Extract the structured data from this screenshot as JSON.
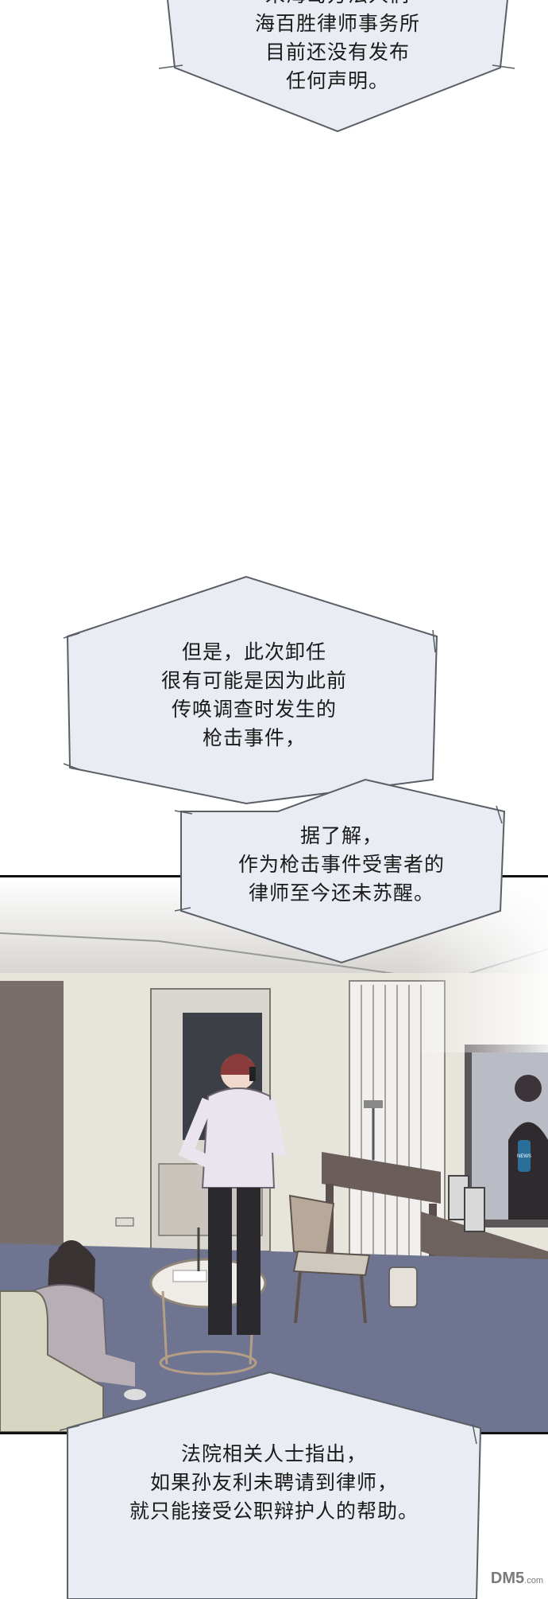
{
  "bubbles": {
    "top": {
      "lines": [
        "宋海岛方法人们",
        "海百胜律师事务所",
        "目前还没有发布",
        "任何声明。"
      ]
    },
    "middle": {
      "lines": [
        "但是，此次卸任",
        "很有可能是因为此前",
        "传唤调查时发生的",
        "枪击事件，"
      ]
    },
    "second": {
      "lines": [
        "据了解，",
        "作为枪击事件受害者的",
        "律师至今还未苏醒。"
      ]
    },
    "bottom": {
      "lines": [
        "法院相关人士指出，",
        "如果孙友利未聘请到律师，",
        "就只能接受公职辩护人的帮助。"
      ]
    }
  },
  "panel": {
    "tv_mic_label": "NEWS"
  },
  "watermark": {
    "brand": "DM5",
    "domain": ".com"
  },
  "colors": {
    "bubble_fill": "#e9ecf2",
    "bubble_stroke": "#5a5e66",
    "carpet": "#6f7590",
    "wall": "#e7e4dc"
  }
}
